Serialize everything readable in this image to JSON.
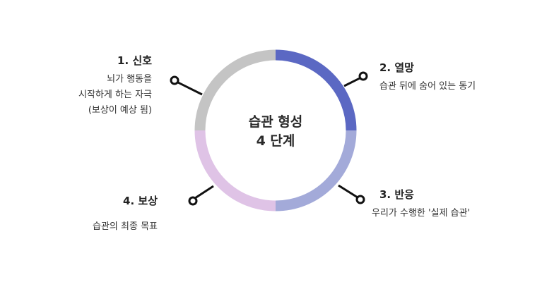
{
  "center": {
    "line1": "습관 형성",
    "line2": "4 단계"
  },
  "steps": [
    {
      "title": "1. 신호",
      "desc": [
        "뇌가 행동을",
        "시작하게 하는 자극",
        "(보상이 예상 됨)"
      ],
      "color": "#c4c4c4"
    },
    {
      "title": "2. 열망",
      "desc": [
        "습관 뒤에 숨어 있는 동기"
      ],
      "color": "#5b68c3"
    },
    {
      "title": "3. 반응",
      "desc": [
        "우리가 수행한 '실제 습관'"
      ],
      "color": "#a3aad9"
    },
    {
      "title": "4. 보상",
      "desc": [
        "습관의 최종 목표"
      ],
      "color": "#dfc3e6"
    }
  ]
}
